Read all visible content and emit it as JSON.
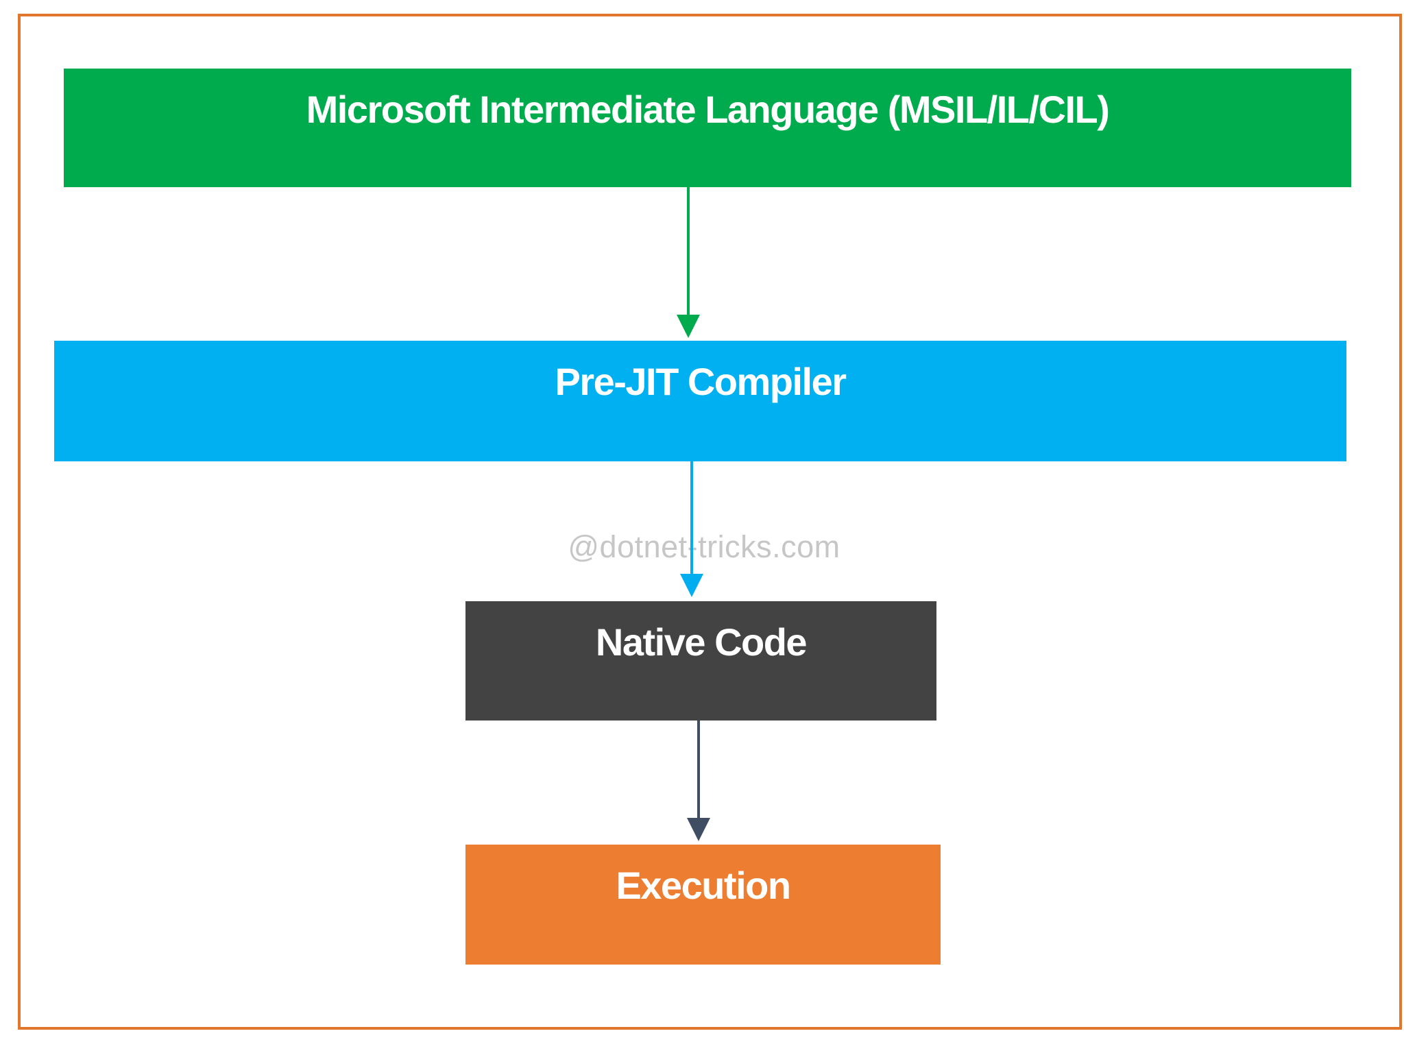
{
  "diagram": {
    "watermark": "@dotnet-tricks.com",
    "watermark_color": "#C6C6C6",
    "border_color": "#E0772C",
    "background_color": "#FFFFFF",
    "nodes": {
      "msil": {
        "label": "Microsoft Intermediate Language (MSIL/IL/CIL)",
        "color": "#00AB4E",
        "text_color": "#FFFFFF"
      },
      "prejit": {
        "label": "Pre-JIT Compiler",
        "color": "#00B0F0",
        "text_color": "#FFFFFF"
      },
      "native": {
        "label": "Native Code",
        "color": "#434343",
        "text_color": "#FFFFFF"
      },
      "execution": {
        "label": "Execution",
        "color": "#ED7D31",
        "text_color": "#FFFFFF"
      }
    },
    "connectors": {
      "msil_to_prejit": {
        "from": "msil",
        "to": "prejit",
        "color": "#00AB4E",
        "direction": "down"
      },
      "prejit_to_native": {
        "from": "prejit",
        "to": "native",
        "color": "#00AEEF",
        "direction": "down"
      },
      "native_to_execution": {
        "from": "native",
        "to": "execution",
        "color": "#3F4E63",
        "direction": "down"
      }
    }
  }
}
